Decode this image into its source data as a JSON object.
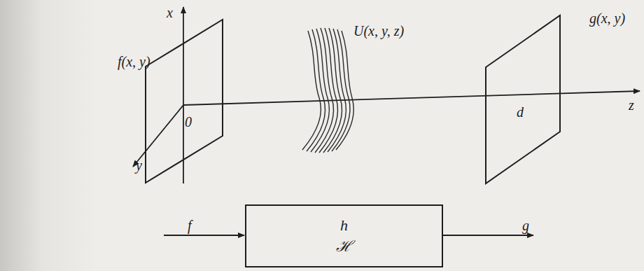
{
  "diagram": {
    "nodes": [
      {
        "text": [
          "h",
          "ℋ"
        ]
      }
    ],
    "labels": [
      "x",
      "f(x, y)",
      "U(x, y, z)",
      "g(x, y)",
      "0",
      "d",
      "y",
      "z",
      "f",
      "g"
    ]
  }
}
